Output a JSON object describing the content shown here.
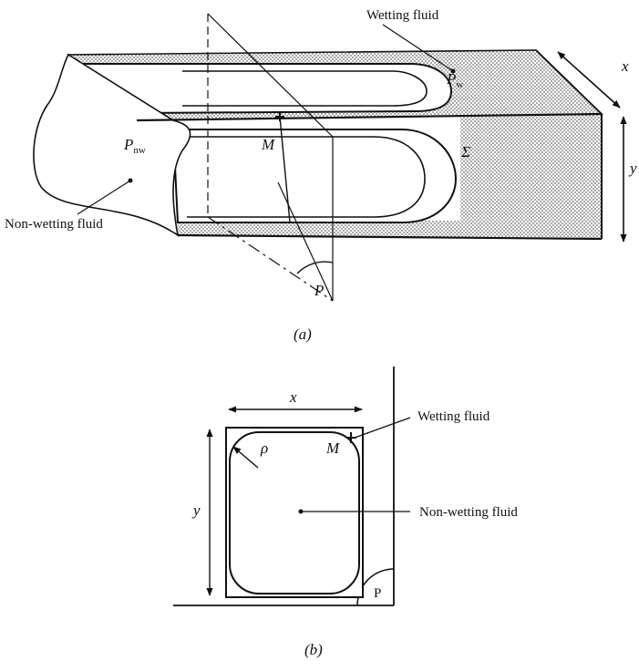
{
  "panel_a": {
    "wetting_fluid": "Wetting fluid",
    "non_wetting_fluid": "Non-wetting fluid",
    "p_w_main": "P",
    "p_w_sub": "w",
    "p_nw_main": "P",
    "p_nw_sub": "nw",
    "point_m": "M",
    "sigma": "Σ",
    "plane_p": "P",
    "dim_x": "x",
    "dim_y": "y",
    "caption": "(a)"
  },
  "panel_b": {
    "dim_x": "x",
    "dim_y": "y",
    "rho": "ρ",
    "point_m": "M",
    "wetting_fluid": "Wetting fluid",
    "non_wetting_fluid": "Non-wetting fluid",
    "plane_p": "P",
    "caption": "(b)"
  },
  "colors": {
    "line": "#111111",
    "dots": "#777777"
  }
}
